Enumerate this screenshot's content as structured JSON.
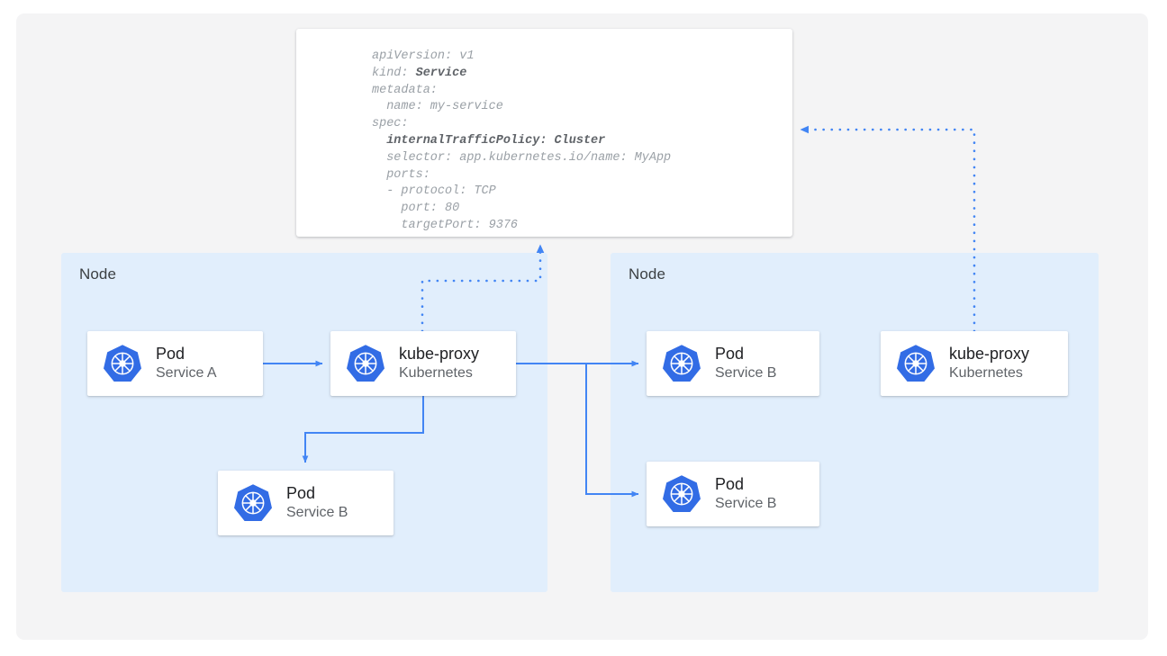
{
  "diagram": {
    "title": "Kubernetes Service internalTrafficPolicy Cluster traffic routing",
    "colors": {
      "page_background": "#ffffff",
      "panel_background": "#f4f4f5",
      "node_background": "#e1eefc",
      "card_background": "#ffffff",
      "accent_blue": "#4285f4",
      "k8s_logo_blue": "#326ce5",
      "title_text": "#202124",
      "sub_text": "#5f6368",
      "code_text": "#9aa0a6",
      "code_bold_text": "#5f6368"
    }
  },
  "yaml": {
    "name": "service-manifest",
    "lines": [
      {
        "text": "apiVersion: v1",
        "bold": ""
      },
      {
        "text": "kind: ",
        "bold": "Service"
      },
      {
        "text": "metadata:",
        "bold": ""
      },
      {
        "text": "  name: my-service",
        "bold": ""
      },
      {
        "text": "spec:",
        "bold": ""
      },
      {
        "text": "  ",
        "bold": "internalTrafficPolicy: Cluster"
      },
      {
        "text": "  selector: app.kubernetes.io/name: MyApp",
        "bold": ""
      },
      {
        "text": "  ports:",
        "bold": ""
      },
      {
        "text": "  - protocol: TCP",
        "bold": ""
      },
      {
        "text": "    port: 80",
        "bold": ""
      },
      {
        "text": "    targetPort: 9376",
        "bold": ""
      }
    ]
  },
  "nodes": [
    {
      "id": "node-left",
      "label": "Node"
    },
    {
      "id": "node-right",
      "label": "Node"
    }
  ],
  "cards": {
    "pod_a": {
      "title": "Pod",
      "subtitle": "Service A",
      "icon": "kubernetes-icon"
    },
    "kube_proxy_1": {
      "title": "kube-proxy",
      "subtitle": "Kubernetes",
      "icon": "kubernetes-icon"
    },
    "pod_b1": {
      "title": "Pod",
      "subtitle": "Service B",
      "icon": "kubernetes-icon"
    },
    "pod_b2": {
      "title": "Pod",
      "subtitle": "Service B",
      "icon": "kubernetes-icon"
    },
    "pod_b3": {
      "title": "Pod",
      "subtitle": "Service B",
      "icon": "kubernetes-icon"
    },
    "kube_proxy_2": {
      "title": "kube-proxy",
      "subtitle": "Kubernetes",
      "icon": "kubernetes-icon"
    }
  },
  "connectors": [
    {
      "name": "pod-a-to-kube-proxy",
      "style": "solid",
      "arrow": "end"
    },
    {
      "name": "kube-proxy-to-local-pod-b",
      "style": "solid",
      "arrow": "end"
    },
    {
      "name": "kube-proxy-to-remote-pod-b-top",
      "style": "solid",
      "arrow": "end"
    },
    {
      "name": "kube-proxy-to-remote-pod-b-bottom",
      "style": "solid",
      "arrow": "end"
    },
    {
      "name": "kube-proxy-1-to-service-spec",
      "style": "dotted",
      "arrow": "end"
    },
    {
      "name": "kube-proxy-2-to-service-spec",
      "style": "dotted",
      "arrow": "end"
    }
  ]
}
